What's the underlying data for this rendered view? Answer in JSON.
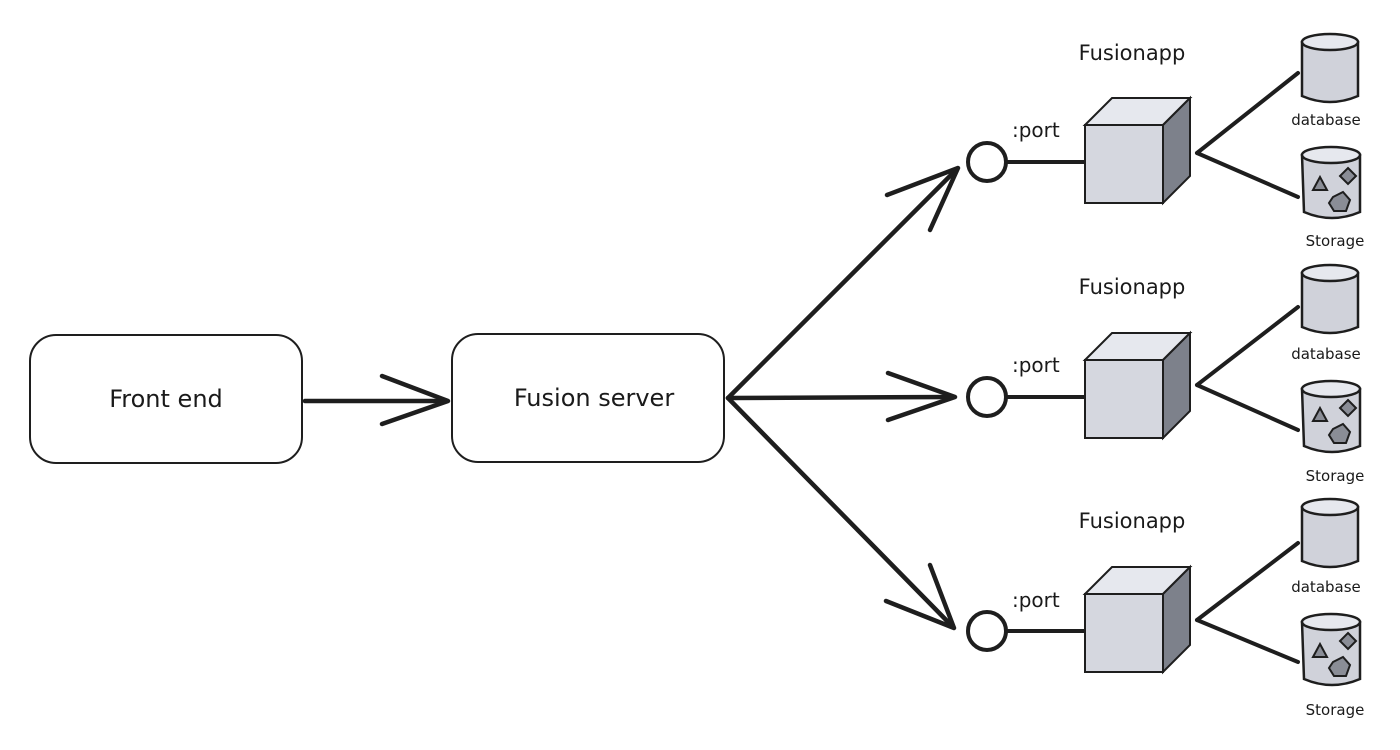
{
  "nodes": {
    "front_end": "Front end",
    "fusion_server": "Fusion server"
  },
  "apps": [
    {
      "title": "Fusionapp",
      "port": ":port",
      "database": "database",
      "storage": "Storage"
    },
    {
      "title": "Fusionapp",
      "port": ":port",
      "database": "database",
      "storage": "Storage"
    },
    {
      "title": "Fusionapp",
      "port": ":port",
      "database": "database",
      "storage": "Storage"
    }
  ],
  "colors": {
    "stroke": "#1e1e1e",
    "cube_front": "#d5d7df",
    "cube_top": "#e6e8ee",
    "cube_side": "#7d818b",
    "cylinder_fill": "#d0d2da"
  }
}
